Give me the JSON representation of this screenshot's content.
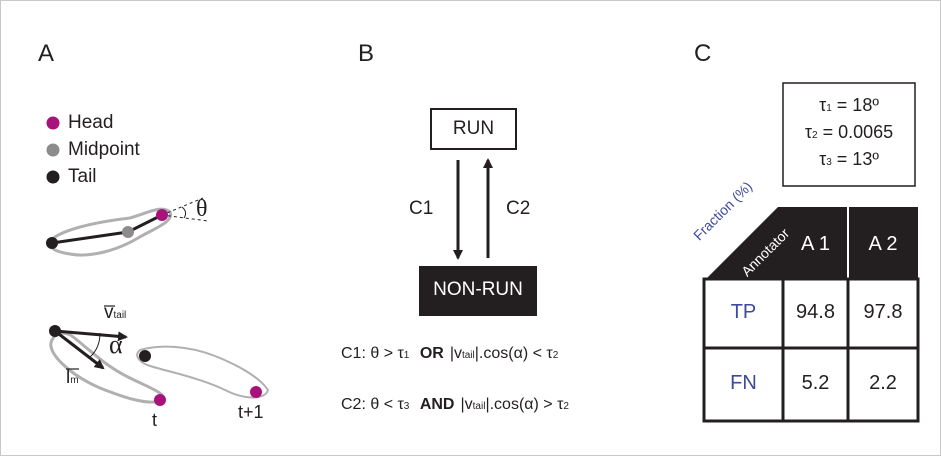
{
  "panels": {
    "a": "A",
    "b": "B",
    "c": "C"
  },
  "legend": {
    "head": "Head",
    "midpoint": "Midpoint",
    "tail": "Tail"
  },
  "colors": {
    "head": "#a8127a",
    "midpoint": "#8c8c8c",
    "tail": "#231f20",
    "body_outline": "#b0b0b0",
    "blue_text": "#3e4a9b"
  },
  "panel_a": {
    "theta": "θ",
    "v_tail_symbol": "v",
    "v_tail_sub": "tail",
    "l_m_symbol": "l",
    "l_m_sub": "m",
    "alpha": "α",
    "t_label": "t",
    "t1_label": "t+1"
  },
  "state_machine": {
    "run": "RUN",
    "nonrun": "NON-RUN",
    "c1": "C1",
    "c2": "C2"
  },
  "conditions": {
    "c1": {
      "prefix": "C1: θ > τ",
      "tau_sub": "1",
      "op": "OR",
      "abs_open": "|v",
      "v_sub": "tail",
      "middle": "|.cos(α) < τ",
      "tau2_sub": "2"
    },
    "c2": {
      "prefix": "C2: θ < τ",
      "tau_sub": "3",
      "op": "AND",
      "abs_open": "|v",
      "v_sub": "tail",
      "middle": "|.cos(α) > τ",
      "tau2_sub": "2"
    }
  },
  "thresholds": {
    "tau1": {
      "symbol": "τ",
      "sub": "1",
      "value": "= 18º"
    },
    "tau2": {
      "symbol": "τ",
      "sub": "2",
      "value": "= 0.0065"
    },
    "tau3": {
      "symbol": "τ",
      "sub": "3",
      "value": "= 13º"
    }
  },
  "table": {
    "corner_row_label": "Fraction (%)",
    "corner_col_label": "Annotator",
    "columns": [
      "A 1",
      "A 2"
    ],
    "rows": [
      {
        "label": "TP",
        "values": [
          "94.8",
          "97.8"
        ]
      },
      {
        "label": "FN",
        "values": [
          "5.2",
          "2.2"
        ]
      }
    ]
  }
}
